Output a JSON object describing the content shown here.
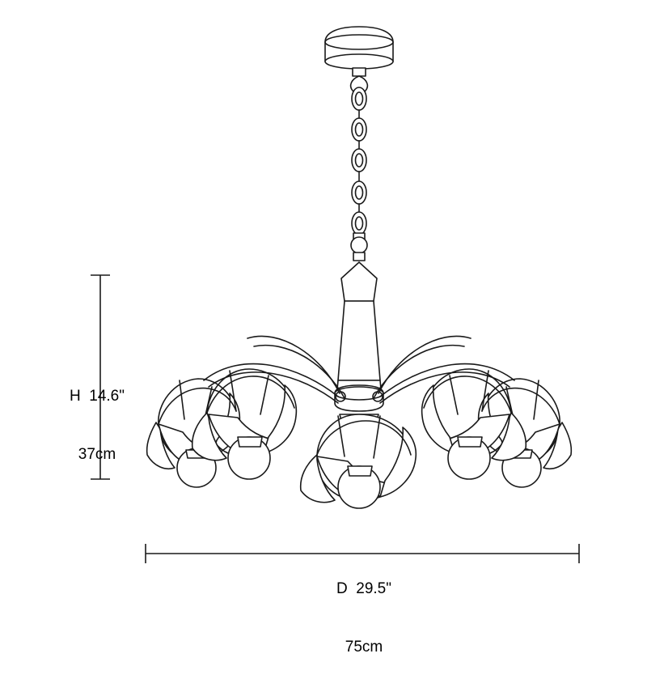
{
  "diagram": {
    "title": "chandelier-dimension-drawing",
    "product": "5-light flower shade chandelier",
    "line_color": "#1a1a1a",
    "fill_color": "#ffffff",
    "background_color": "#ffffff"
  },
  "dimensions": {
    "height": {
      "name": "height-dimension",
      "label_line1": "H  14.6\"",
      "label_line2": "37cm",
      "value_inches": 14.6,
      "value_cm": 37,
      "orientation": "vertical"
    },
    "width": {
      "name": "diameter-dimension",
      "label_line1": "D  29.5\"",
      "label_line2": "75cm",
      "value_inches": 29.5,
      "value_cm": 75,
      "orientation": "horizontal"
    }
  }
}
